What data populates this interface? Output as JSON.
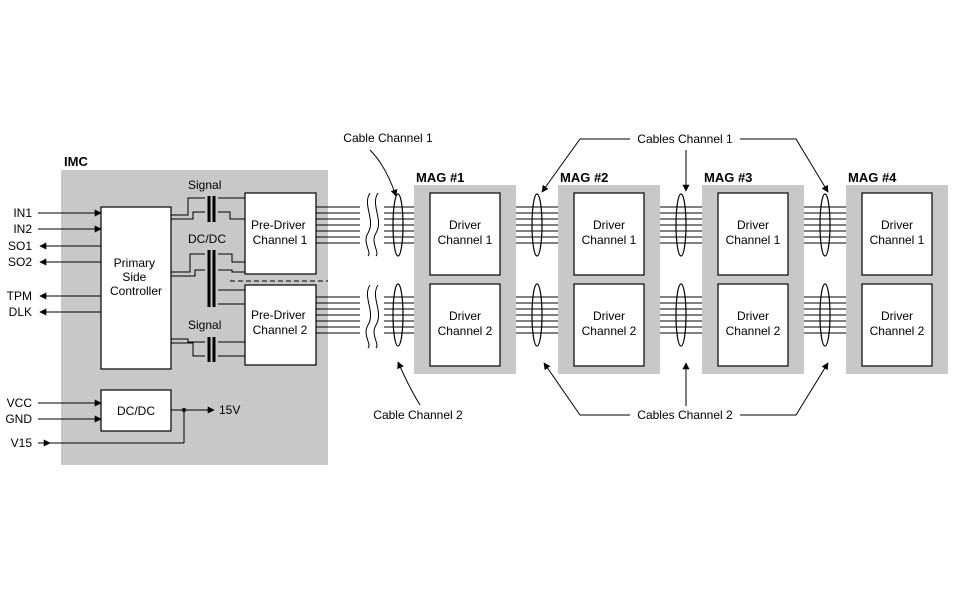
{
  "imc": {
    "title": "IMC",
    "inputs": [
      "IN1",
      "IN2",
      "SO1",
      "SO2",
      "TPM",
      "DLK"
    ],
    "power_inputs": [
      "VCC",
      "GND",
      "V15"
    ],
    "controller_lines": [
      "Primary",
      "Side",
      "Controller"
    ],
    "dcdc_label": "DC/DC",
    "output_15v": "15V",
    "transformer_labels": [
      "Signal",
      "DC/DC",
      "Signal"
    ],
    "predriver1": [
      "Pre-Driver",
      "Channel 1"
    ],
    "predriver2": [
      "Pre-Driver",
      "Channel 2"
    ]
  },
  "mags": [
    {
      "title": "MAG #1",
      "driver1": [
        "Driver",
        "Channel 1"
      ],
      "driver2": [
        "Driver",
        "Channel 2"
      ]
    },
    {
      "title": "MAG #2",
      "driver1": [
        "Driver",
        "Channel 1"
      ],
      "driver2": [
        "Driver",
        "Channel 2"
      ]
    },
    {
      "title": "MAG #3",
      "driver1": [
        "Driver",
        "Channel 1"
      ],
      "driver2": [
        "Driver",
        "Channel 2"
      ]
    },
    {
      "title": "MAG #4",
      "driver1": [
        "Driver",
        "Channel 1"
      ],
      "driver2": [
        "Driver",
        "Channel 2"
      ]
    }
  ],
  "callouts": {
    "cable_channel_1": "Cable Channel 1",
    "cables_channel_1": "Cables Channel 1",
    "cable_channel_2": "Cable Channel 2",
    "cables_channel_2": "Cables Channel 2"
  },
  "colors": {
    "panel": "#c8c8c8",
    "line": "#000000",
    "background": "#ffffff"
  }
}
